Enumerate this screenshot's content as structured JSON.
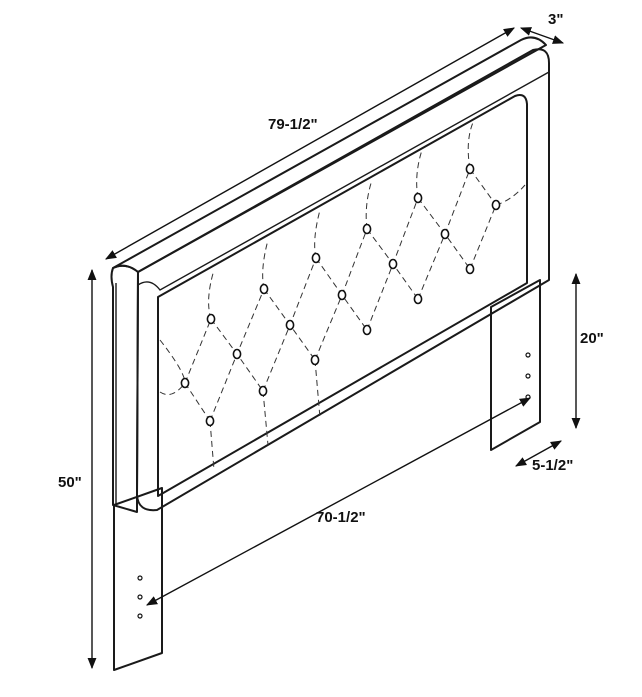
{
  "dimensions": {
    "width": "79-1/2\"",
    "depth": "3\"",
    "height": "50\"",
    "leg_height": "20\"",
    "leg_width": "5-1/2\"",
    "leg_spacing": "70-1/2\""
  }
}
